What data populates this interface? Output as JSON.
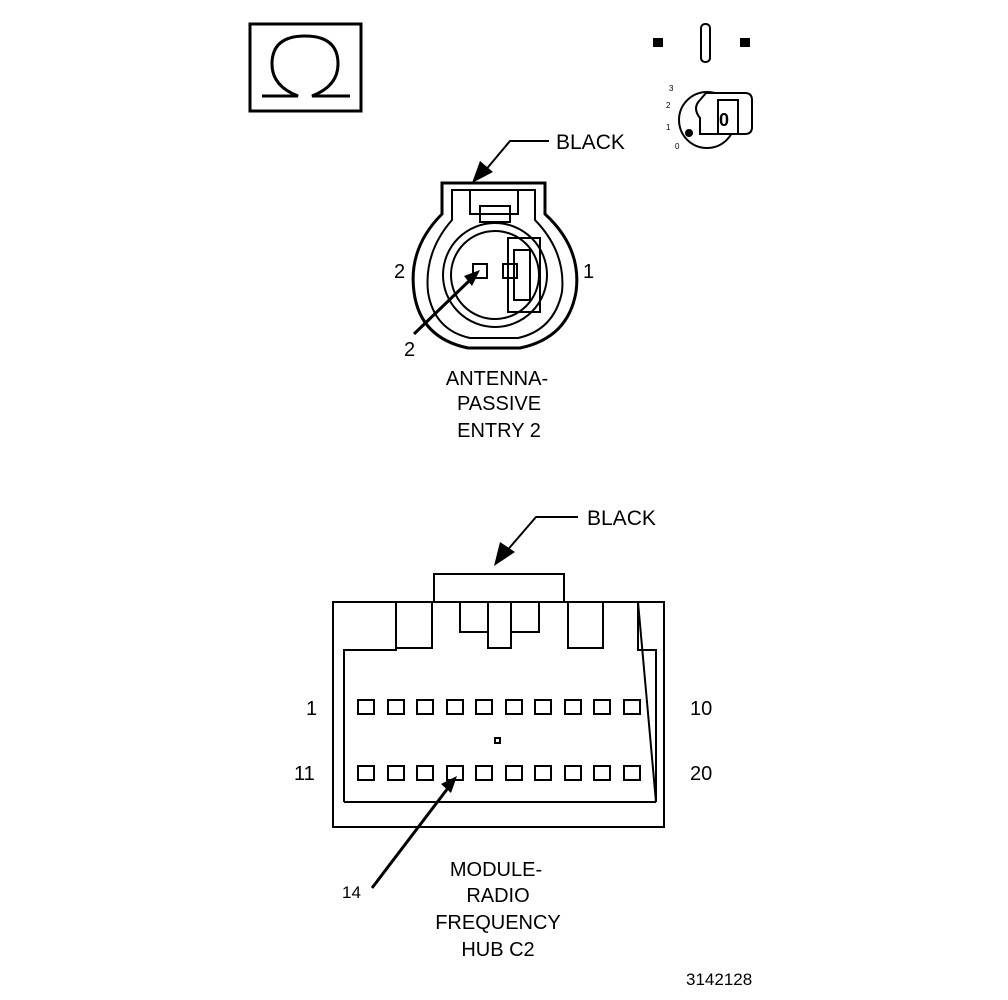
{
  "symbols": {
    "ohm_icon": "omega-ground-icon",
    "ignition_icon": "ignition-key-icon",
    "ignition_positions": [
      "3",
      "2",
      "1",
      "0"
    ],
    "key_label": "0"
  },
  "connector_top": {
    "color_label": "BLACK",
    "pin_left": "2",
    "pin_right": "1",
    "callout": "2",
    "title_lines": [
      "ANTENNA-",
      "PASSIVE",
      "ENTRY 2"
    ]
  },
  "connector_bottom": {
    "color_label": "BLACK",
    "row1_start": "1",
    "row1_end": "10",
    "row2_start": "11",
    "row2_end": "20",
    "callout": "14",
    "title_lines": [
      "MODULE-",
      "RADIO",
      "FREQUENCY",
      "HUB C2"
    ]
  },
  "figure_number": "3142128"
}
